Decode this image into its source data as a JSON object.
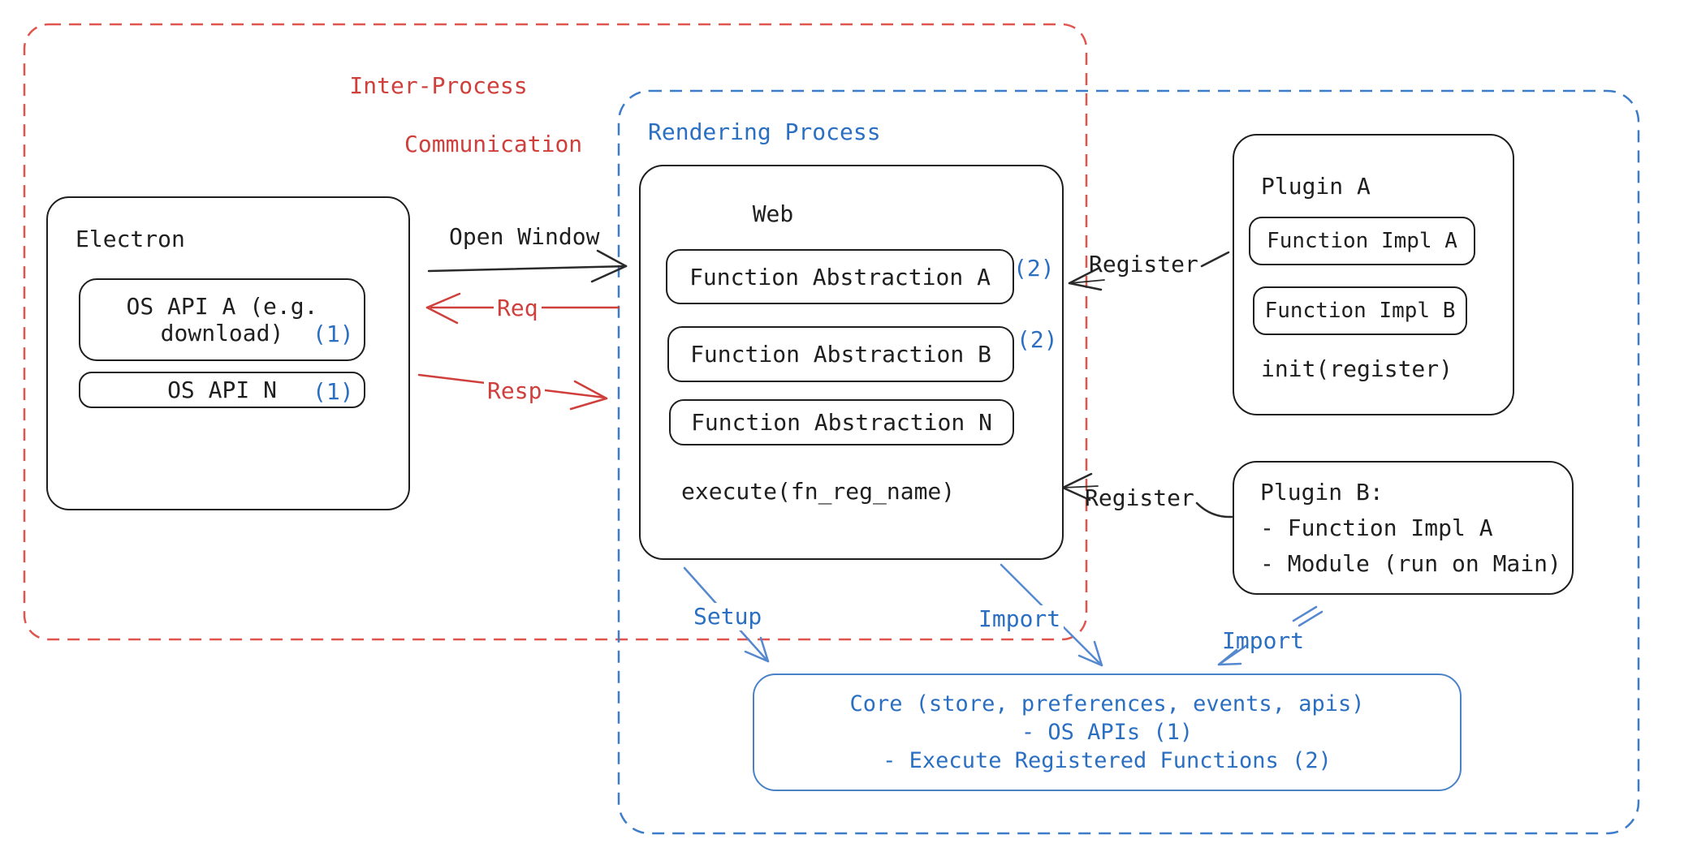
{
  "diagram": {
    "ipc_region": {
      "label_line1": "Inter-Process",
      "label_line2": "Communication"
    },
    "rendering_region": {
      "label": "Rendering Process"
    },
    "electron": {
      "title": "Electron",
      "api_a": {
        "line1": "OS API A (e.g.",
        "line2": "download)",
        "badge": "(1)"
      },
      "api_n": {
        "label": "OS API N",
        "badge": "(1)"
      }
    },
    "web": {
      "title": "Web",
      "abstractions": [
        {
          "label": "Function Abstraction A",
          "badge": "(2)"
        },
        {
          "label": "Function Abstraction B",
          "badge": "(2)"
        },
        {
          "label": "Function Abstraction N"
        }
      ],
      "execute_label": "execute(fn_reg_name)"
    },
    "plugin_a": {
      "title": "Plugin A",
      "impl_a": "Function Impl A",
      "impl_b": "Function Impl B",
      "init_label": "init(register)"
    },
    "plugin_b": {
      "line1": "Plugin B:",
      "line2": "- Function Impl A",
      "line3": "- Module (run on Main)"
    },
    "core": {
      "line1": "Core (store, preferences, events, apis)",
      "line2": "- OS APIs (1)",
      "line3": "- Execute Registered Functions (2)"
    },
    "arrows": {
      "open_window": "Open Window",
      "req": "Req",
      "resp": "Resp",
      "register_top": "Register",
      "register_bottom": "Register",
      "setup": "Setup",
      "import_left": "Import",
      "import_right": "Import"
    },
    "colors": {
      "red": "#cf3f3b",
      "red_border": "#e0564e",
      "blue": "#2a6fc2",
      "blue_border": "#3d7cc9",
      "blue_arrow": "#5588cf",
      "black": "#2a2a2a"
    }
  }
}
